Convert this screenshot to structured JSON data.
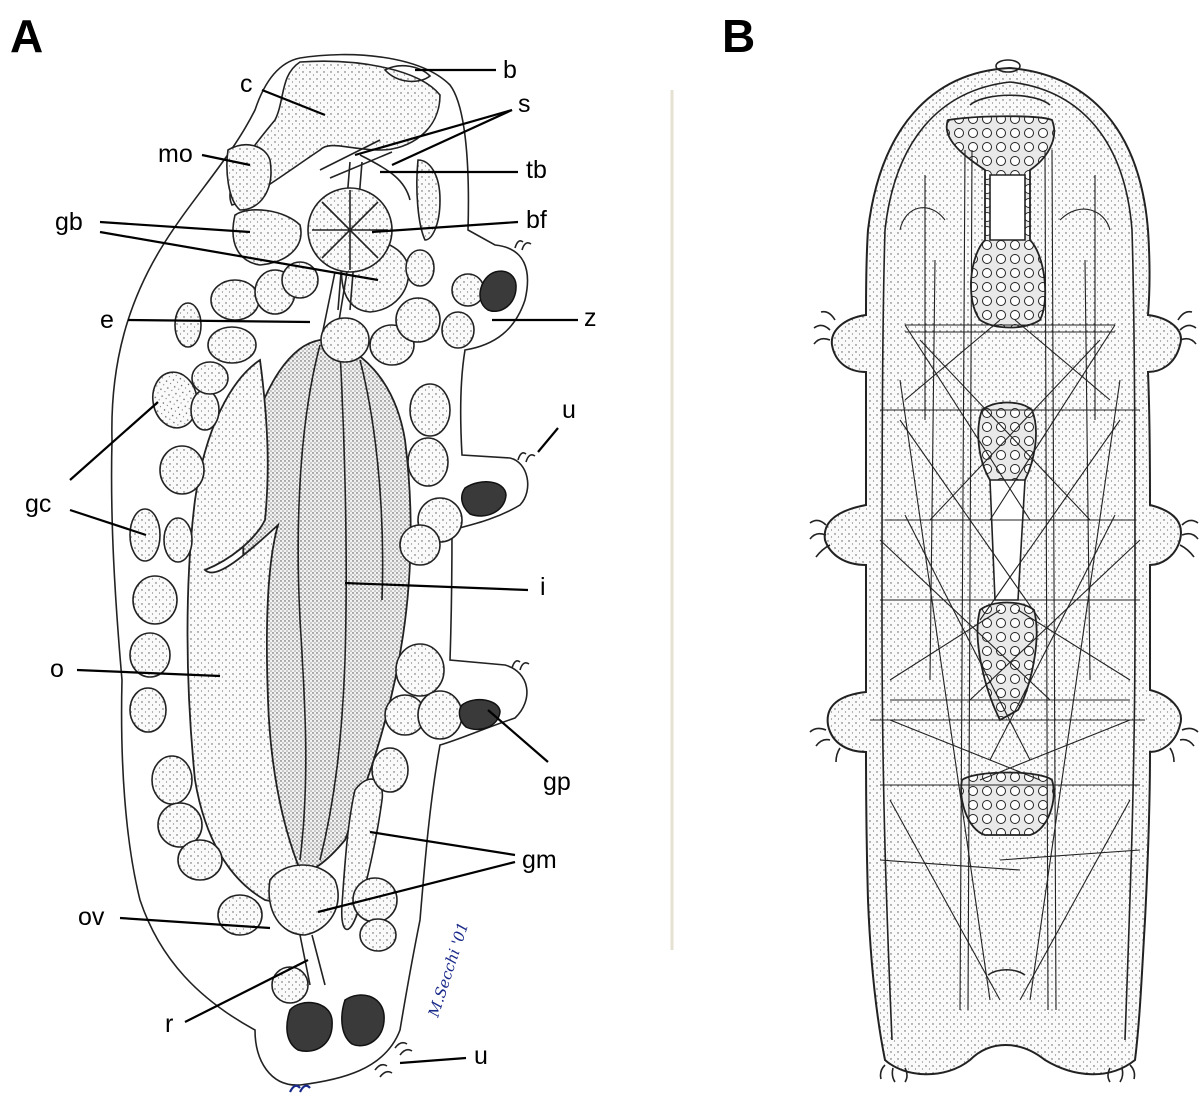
{
  "panels": [
    {
      "letter": "A"
    },
    {
      "letter": "B"
    }
  ],
  "labels": {
    "b": "b",
    "c": "c",
    "s": "s",
    "mo": "mo",
    "tb": "tb",
    "gb": "gb",
    "bf": "bf",
    "e": "e",
    "z": "z",
    "u_mid": "u",
    "gc": "gc",
    "i": "i",
    "o": "o",
    "gp": "gp",
    "gm": "gm",
    "ov": "ov",
    "r": "r",
    "u_bottom": "u"
  },
  "signature": "M.Secchi '01",
  "colors": {
    "ink": "#000000",
    "paper": "#ffffff",
    "dark_cell": "#3a3a3a"
  }
}
